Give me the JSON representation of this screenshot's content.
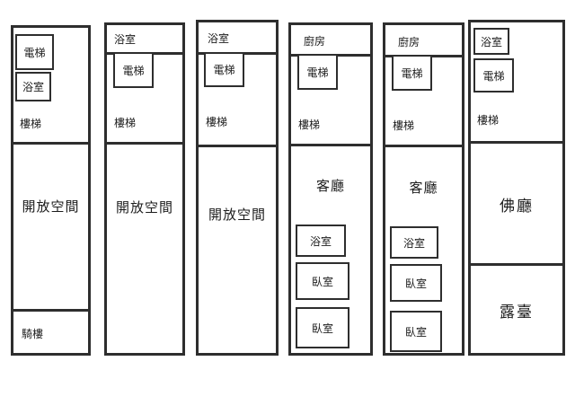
{
  "background": "#ffffff",
  "line_color": "#2e2e2e",
  "plans": [
    {
      "name": "unit-1",
      "rooms": {
        "elevator": "電梯",
        "bathroom": "浴室",
        "stairs": "樓梯",
        "main": "開放空間",
        "arcade": "騎樓"
      }
    },
    {
      "name": "unit-2",
      "rooms": {
        "bathroom": "浴室",
        "elevator": "電梯",
        "stairs": "樓梯",
        "main": "開放空間"
      }
    },
    {
      "name": "unit-3",
      "rooms": {
        "bathroom": "浴室",
        "elevator": "電梯",
        "stairs": "樓梯",
        "main": "開放空間"
      }
    },
    {
      "name": "unit-4",
      "rooms": {
        "kitchen": "廚房",
        "elevator": "電梯",
        "stairs": "樓梯",
        "living": "客廳",
        "bathroom": "浴室",
        "bedroom_a": "臥室",
        "bedroom_b": "臥室"
      }
    },
    {
      "name": "unit-5",
      "rooms": {
        "kitchen": "廚房",
        "elevator": "電梯",
        "stairs": "樓梯",
        "living": "客廳",
        "bathroom": "浴室",
        "bedroom_a": "臥室",
        "bedroom_b": "臥室"
      }
    },
    {
      "name": "unit-6",
      "rooms": {
        "bathroom": "浴室",
        "elevator": "電梯",
        "stairs": "樓梯",
        "hall": "佛廳",
        "terrace": "露臺"
      }
    }
  ]
}
